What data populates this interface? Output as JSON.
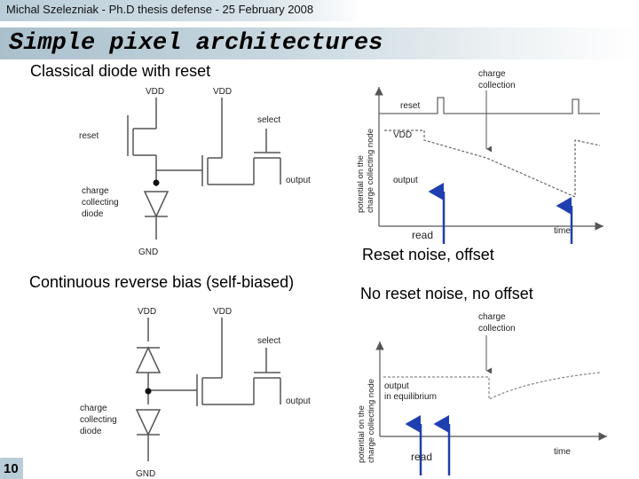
{
  "header": {
    "text": "Michal Szelezniak  -  Ph.D thesis defense  -  25 February 2008"
  },
  "title": "Simple pixel architectures",
  "page_number": "10",
  "section1": {
    "heading": "Classical diode with reset",
    "circuit": {
      "vdd_left": "VDD",
      "vdd_right": "VDD",
      "reset": "reset",
      "select": "select",
      "output": "output",
      "diode": [
        "charge",
        "collecting",
        "diode"
      ],
      "gnd": "GND"
    },
    "plot": {
      "charge_collection": [
        "charge",
        "collection"
      ],
      "reset": "reset",
      "vdd": "VDD",
      "output": "output",
      "ylabel": [
        "potential on the",
        "charge collecting node"
      ],
      "time": "time",
      "read": "read"
    },
    "note": "Reset noise, offset"
  },
  "section2": {
    "heading": "Continuous reverse bias (self-biased)",
    "circuit": {
      "vdd_left": "VDD",
      "vdd_right": "VDD",
      "select": "select",
      "output": "output",
      "diode": [
        "charge",
        "collecting",
        "diode"
      ],
      "gnd": "GND"
    },
    "plot": {
      "charge_collection": [
        "charge",
        "collection"
      ],
      "output": [
        "output",
        "in equilibrium"
      ],
      "ylabel": [
        "potential on the",
        "charge collecting node"
      ],
      "time": "time",
      "read": "read"
    },
    "note": "No reset noise, no offset"
  },
  "colors": {
    "arrow_blue": "#1f3fb0",
    "header_bg": "#b9cdd8"
  }
}
